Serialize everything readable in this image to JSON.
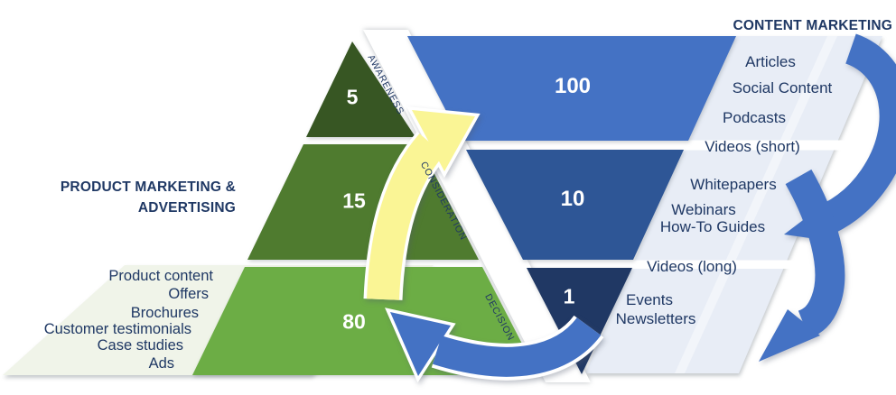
{
  "titles": {
    "product_line1": "PRODUCT MARKETING &",
    "product_line2": "ADVERTISING",
    "content": "CONTENT MARKETING"
  },
  "stages": {
    "awareness": "AWARENESS",
    "consideration": "CONSIDERATION",
    "decision": "DECISION"
  },
  "pyramid": {
    "awareness_value": "5",
    "consideration_value": "15",
    "decision_value": "80"
  },
  "funnel": {
    "awareness_value": "100",
    "consideration_value": "10",
    "decision_value": "1"
  },
  "product_items": [
    "Product content",
    "Offers",
    "Brochures",
    "Customer testimonials",
    "Case studies",
    "Ads"
  ],
  "content_items": [
    "Articles",
    "Social Content",
    "Podcasts",
    "Videos (short)",
    "Whitepapers",
    "Webinars",
    "How-To Guides",
    "Videos (long)",
    "Events",
    "Newsletters"
  ],
  "colors": {
    "pyramid_dark": "#375623",
    "pyramid_mid": "#4F7B2F",
    "pyramid_light": "#6CAD45",
    "funnel_light": "#4472C4",
    "funnel_mid": "#2E5696",
    "funnel_dark": "#203864",
    "band_green": "#F0F4E9",
    "band_blue": "#E8EDF6",
    "arrow_yellow": "#FAF595",
    "arrow_blue": "#4472C4",
    "text_navy": "#1F3864"
  }
}
